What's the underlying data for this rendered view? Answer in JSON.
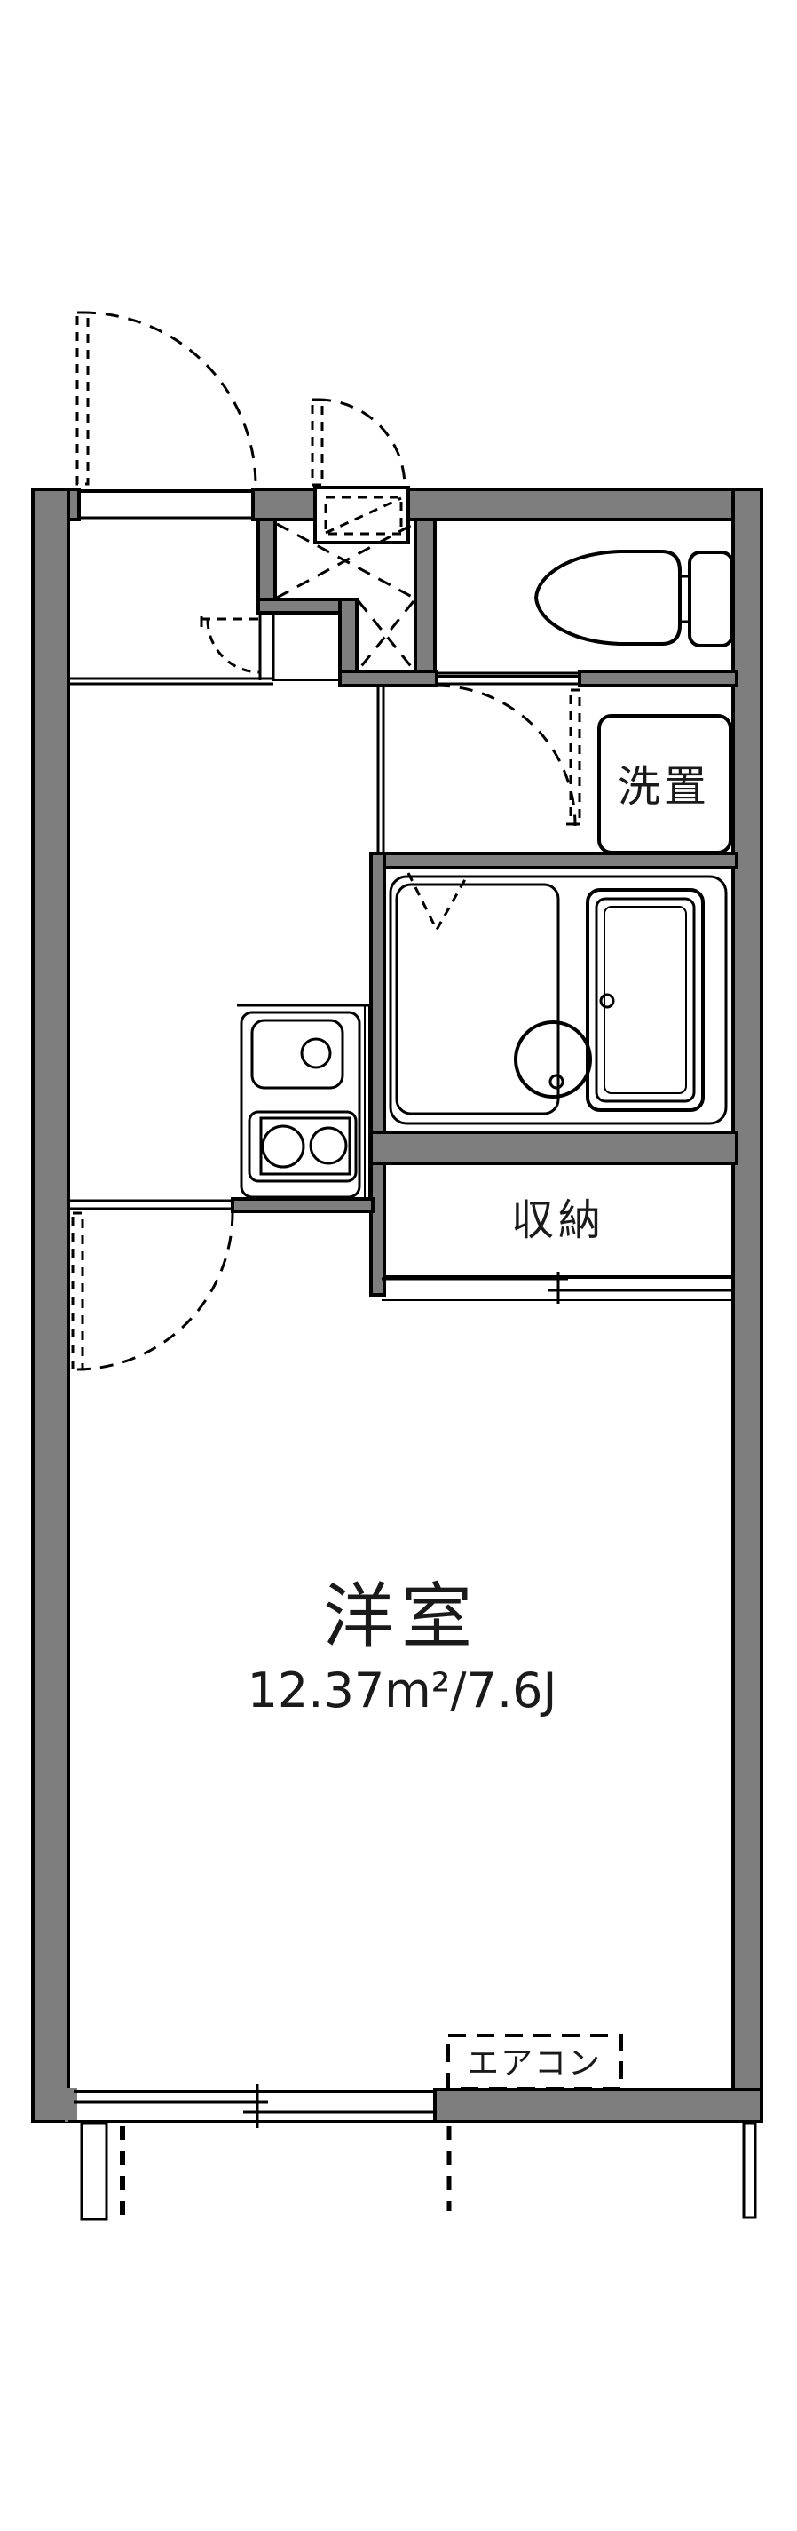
{
  "floorplan": {
    "main_room": {
      "name": "洋室",
      "area": "12.37m²/7.6J"
    },
    "labels": {
      "closet": "収納",
      "washer_place": "洗置",
      "aircon": "エアコン"
    },
    "colors": {
      "wall_gray": "#7e7e7e",
      "water_blue": "#dfe9f7",
      "storage_cream": "#fcf0d8",
      "line_black": "#000000",
      "background": "#ffffff"
    }
  }
}
